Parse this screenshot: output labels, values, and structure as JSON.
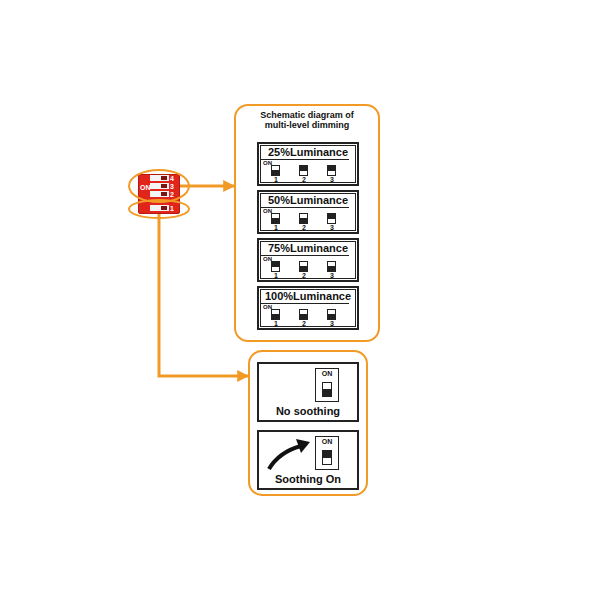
{
  "diagram": {
    "nodes": [
      {
        "text": [
          "ON",
          "1",
          "2",
          "3",
          "4"
        ]
      },
      {
        "text": [
          "Schematic diagram of multi-level dimming"
        ]
      },
      {
        "text": [
          "25%Luminance",
          "ON",
          "1",
          "2",
          "3"
        ],
        "in": 1
      },
      {
        "text": [
          "50%Luminance",
          "ON",
          "1",
          "2",
          "3"
        ],
        "in": 1
      },
      {
        "text": [
          "75%Luminance",
          "ON",
          "1",
          "2",
          "3"
        ],
        "in": 1
      },
      {
        "text": [
          "100%Luminance",
          "ON",
          "1",
          "2",
          "3"
        ],
        "in": 1
      },
      {
        "text": []
      },
      {
        "text": [
          "ON",
          "No soothing"
        ],
        "in": 6
      },
      {
        "text": [
          "ON",
          "Soothing On"
        ],
        "in": 6
      }
    ],
    "edges": [
      {
        "from": 0,
        "to": 1,
        "arrow": "to"
      },
      {
        "from": 0,
        "to": 6,
        "arrow": "to"
      }
    ]
  }
}
